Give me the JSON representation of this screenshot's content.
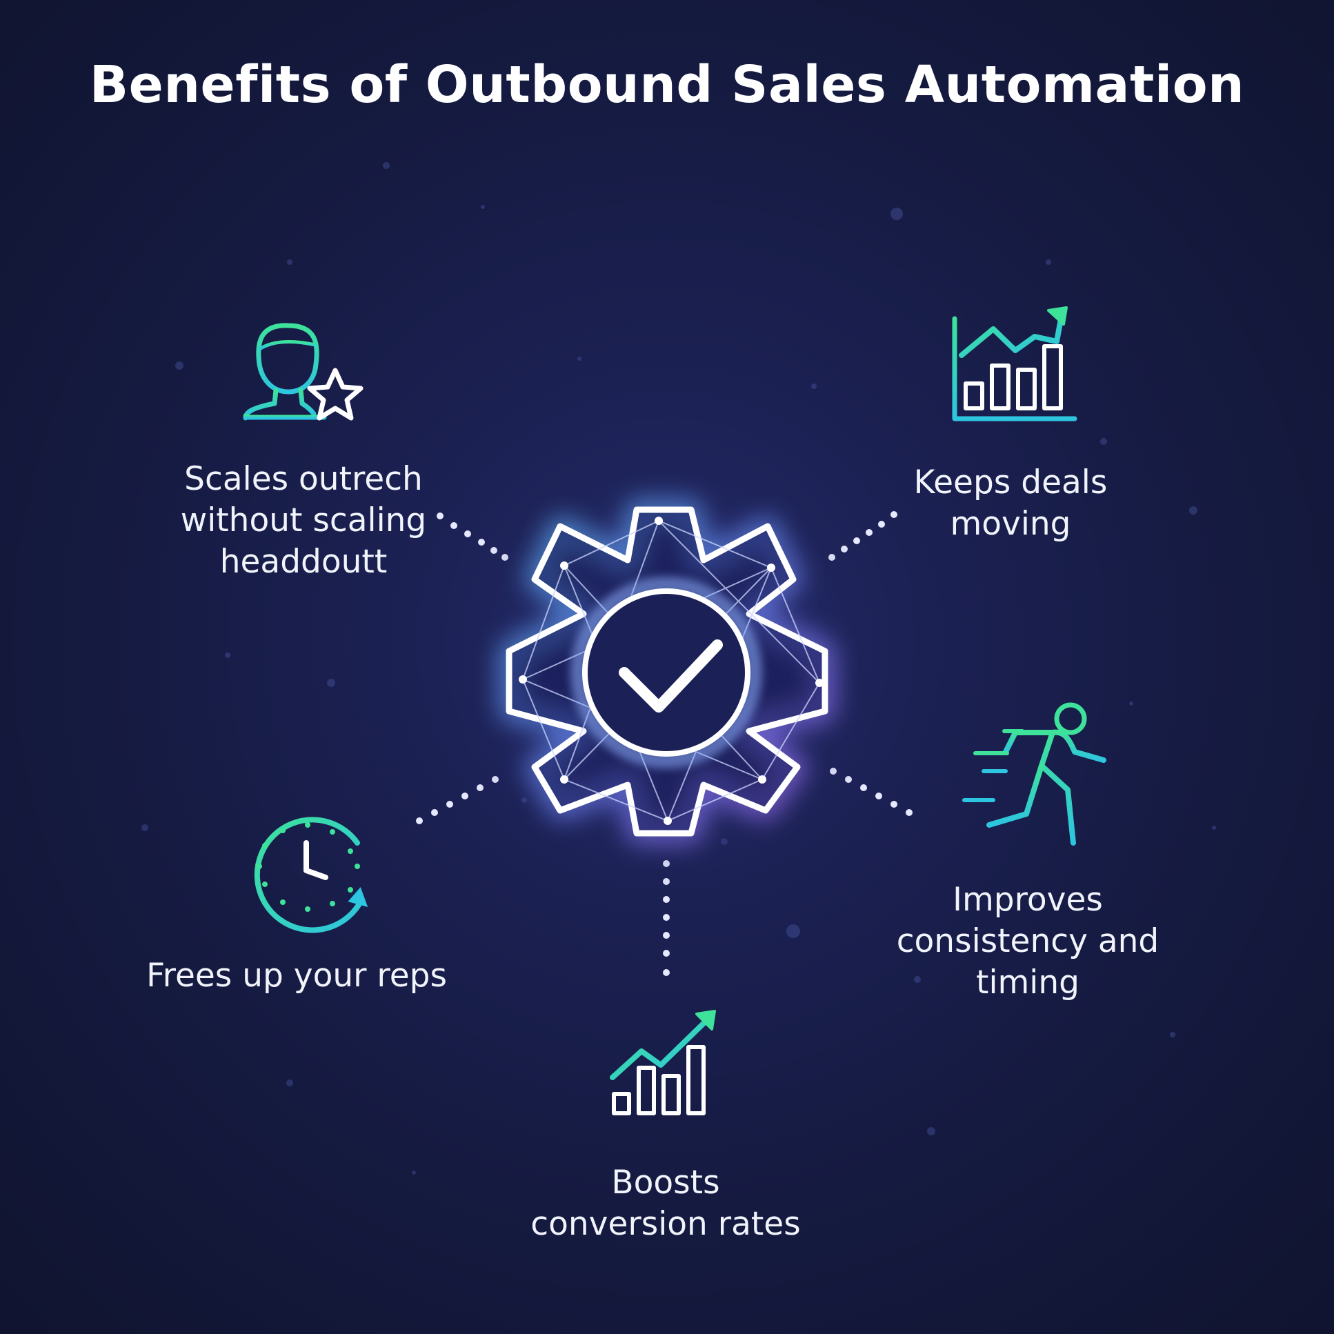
{
  "title": "Benefits of Outbound Sales Automation",
  "center": {
    "icon": "gear-check-icon"
  },
  "benefits": [
    {
      "label": "Scales outrech\nwithout scaling\nheaddoutt",
      "icon": "user-star-icon"
    },
    {
      "label": "Keeps deals\nmoving",
      "icon": "growth-chart-icon"
    },
    {
      "label": "Frees up your reps",
      "icon": "clock-icon"
    },
    {
      "label": "Improves\nconsistency and\ntiming",
      "icon": "running-person-icon"
    },
    {
      "label": "Boosts\nconversion rates",
      "icon": "bar-chart-icon"
    }
  ],
  "colors": {
    "background": "#171c45",
    "accent_green": "#3ee29a",
    "accent_cyan": "#2ec5e0",
    "glow_blue": "#6f8dff",
    "glow_purple": "#a872ff",
    "text": "#ffffff"
  }
}
